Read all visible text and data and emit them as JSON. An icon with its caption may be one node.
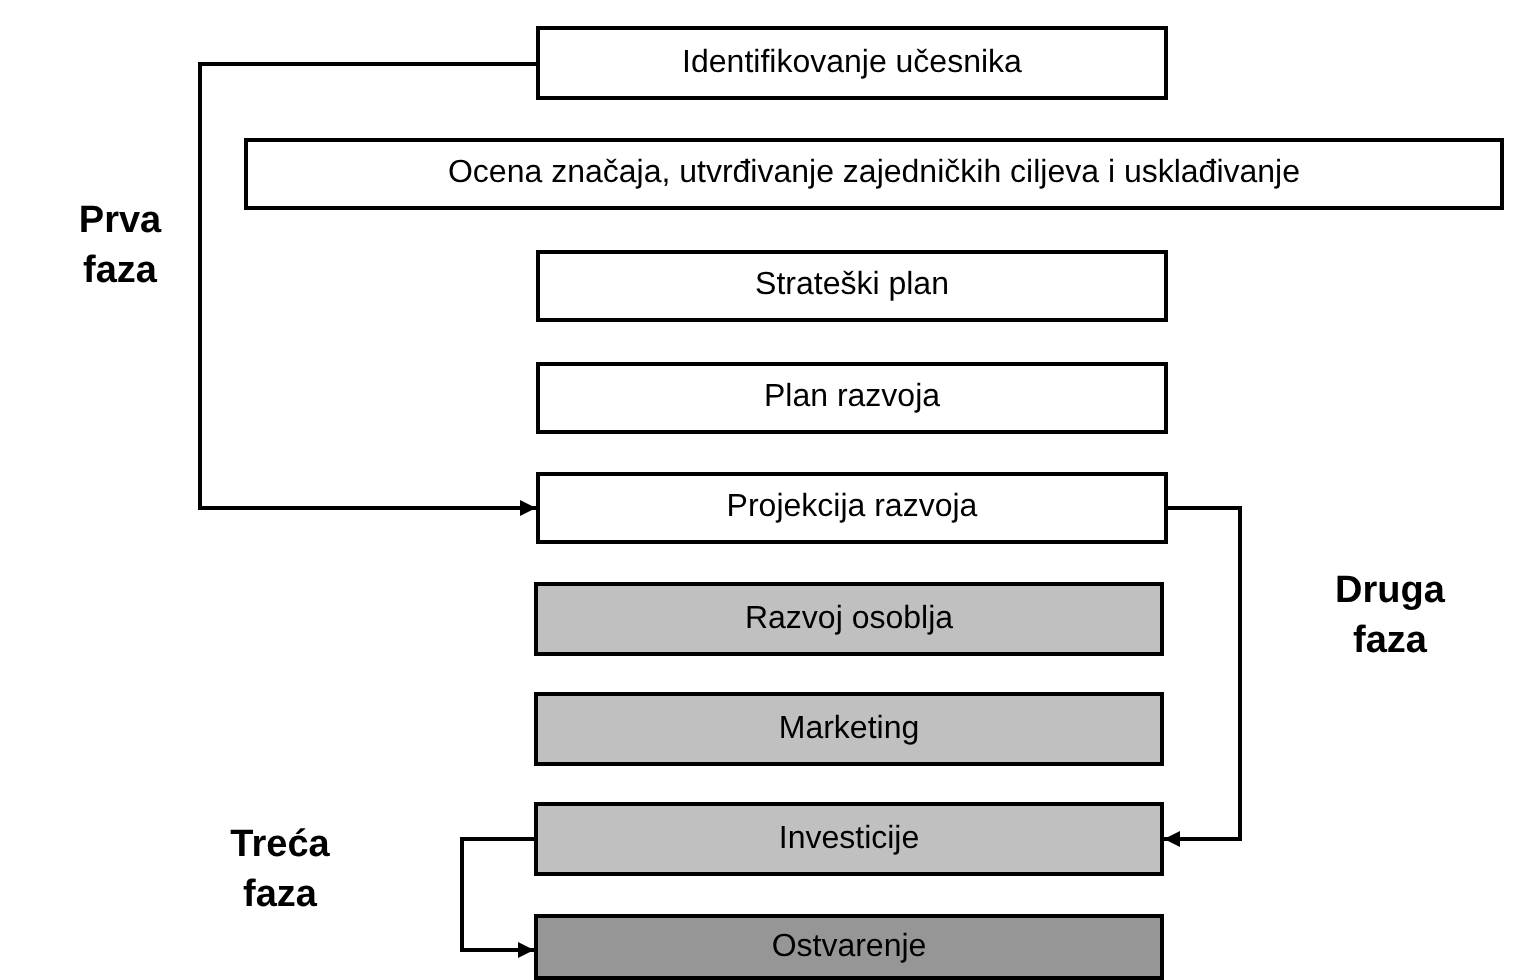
{
  "diagram": {
    "nodes": [
      {
        "text": [
          "Identifikovanje učesnika"
        ]
      },
      {
        "text": [
          "Ocena značaja, utvrđivanje zajedničkih ciljeva i usklađivanje"
        ]
      },
      {
        "text": [
          "Strateški plan"
        ]
      },
      {
        "text": [
          "Plan razvoja"
        ]
      },
      {
        "text": [
          "Projekcija razvoja"
        ]
      },
      {
        "text": [
          "Razvoj osoblja"
        ]
      },
      {
        "text": [
          "Marketing"
        ]
      },
      {
        "text": [
          "Investicije"
        ]
      },
      {
        "text": [
          "Ostvarenje"
        ]
      }
    ],
    "edges": [
      {
        "from": 0,
        "to": 4,
        "arrow": "to"
      },
      {
        "from": 4,
        "to": 7,
        "arrow": "to"
      },
      {
        "from": 7,
        "to": 8,
        "arrow": "to"
      }
    ],
    "labels": [
      "Prva faza",
      "Druga faza",
      "Treća faza"
    ]
  }
}
